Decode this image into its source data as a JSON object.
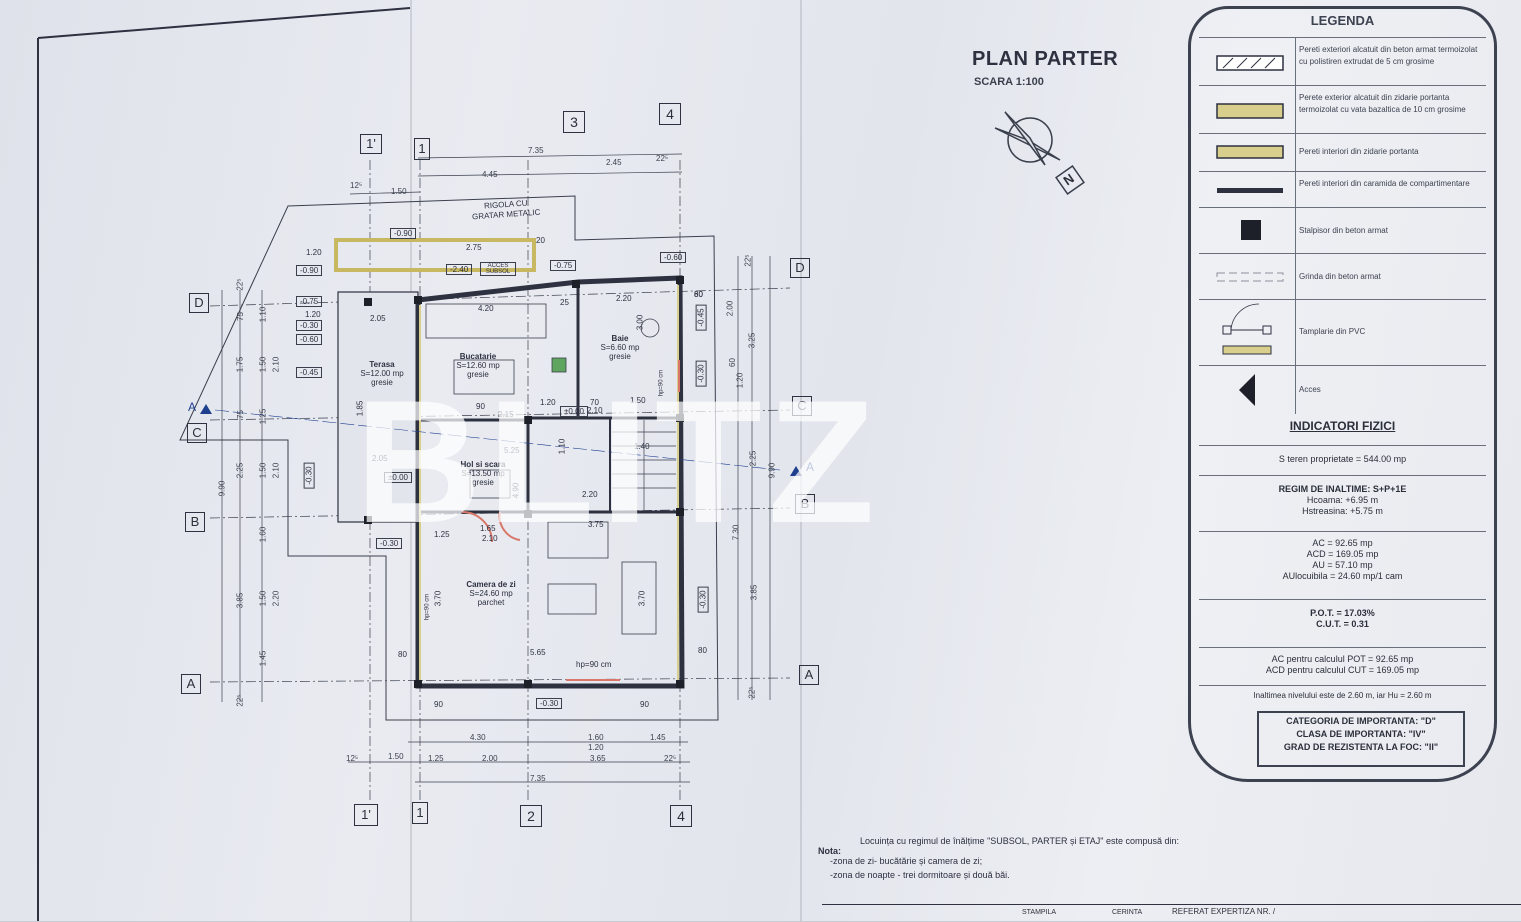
{
  "plan": {
    "title": "PLAN PARTER",
    "scale": "SCARA 1:100",
    "north_label": "N",
    "axes": {
      "top": [
        "1'",
        "1",
        "3",
        "4"
      ],
      "bottom": [
        "1'",
        "1",
        "2",
        "4"
      ],
      "left": [
        "D",
        "C",
        "B",
        "A"
      ],
      "right": [
        "D",
        "C",
        "B",
        "A"
      ]
    },
    "dims_top": [
      "7.35",
      "4.45",
      "2.45",
      "22⁵",
      "12⁵",
      "1.50"
    ],
    "dims_bottom": [
      "4.30",
      "1.60",
      "1.20",
      "1.45",
      "12⁵",
      "1.50",
      "1.25",
      "2.00",
      "3.65",
      "22⁵",
      "7.35"
    ],
    "dims_left": [
      "22⁵",
      "75",
      "1.10",
      "1.75",
      "1.50",
      "2.10",
      "75",
      "1.25",
      "2.25",
      "1.50",
      "2.10",
      "9.90",
      "1.60",
      "3.85",
      "1.50",
      "2.20",
      "1.45",
      "22⁵"
    ],
    "dims_right": [
      "22⁵",
      "2.00",
      "3.25",
      "60",
      "1.20",
      "2.25",
      "9.90",
      "7.30",
      "3.85",
      "22⁵"
    ],
    "level_labels": [
      "-0.90",
      "-0.90",
      "-0.75",
      "-0.60",
      "-0.45",
      "-0.30",
      "-0.30",
      "-0.30",
      "-0.75",
      "-0.60",
      "-0.45",
      "-0.30",
      "-0.30",
      "-0.30",
      "-2.40",
      "±0.00",
      "±0.00"
    ],
    "section_mark": "A",
    "notes_inner": [
      "RIGOLA CU",
      "GRATAR METALIC",
      "ACCES SUBSOL",
      "1.20",
      "2.75",
      "20",
      "1.20",
      "25",
      "2.05",
      "4.20",
      "2.20",
      "60",
      "1.20",
      "90",
      "2.15",
      "70",
      "2.10",
      "1.50",
      "1.40",
      "5.25",
      "2.05",
      "1.10",
      "2.20",
      "1.65",
      "2.10",
      "3.75",
      "3.70",
      "3.70",
      "5.65",
      "80",
      "80",
      "80",
      "hp=90 cm",
      "hp=90 cm",
      "hp=90 cm",
      "1.25",
      "4.90",
      "90",
      "90",
      "1.85",
      "3.00"
    ],
    "rooms": [
      {
        "name": "Terasa",
        "area": "S=12.00 mp",
        "finish": "gresie"
      },
      {
        "name": "Bucatarie",
        "area": "S=12.60 mp",
        "finish": "gresie"
      },
      {
        "name": "Baie",
        "area": "S=6.60 mp",
        "finish": "gresie"
      },
      {
        "name": "Hol si scara",
        "area": "S=13.50 mp",
        "finish": "gresie"
      },
      {
        "name": "Camera de zi",
        "area": "S=24.60 mp",
        "finish": "parchet"
      }
    ]
  },
  "legend": {
    "title": "LEGENDA",
    "items": [
      "Pereti exteriori alcatuit din beton armat termoizolat cu polistiren extrudat de 5 cm grosime",
      "Perete exterior alcatuit din zidarie portanta termoizolat cu vata bazaltica de 10 cm grosime",
      "Pereti interiori din zidarie portanta",
      "Pereti interiori din caramida de compartimentare",
      "Stalpisor din beton armat",
      "Grinda din beton armat",
      "Tamplarie din PVC",
      "Acces"
    ],
    "indicators_title": "INDICATORI FIZICI",
    "indicators": [
      [
        "S teren proprietate = 544.00 mp"
      ],
      [
        "REGIM DE INALTIME: S+P+1E",
        "Hcoama: +6.95 m",
        "Hstreasina: +5.75 m"
      ],
      [
        "AC = 92.65 mp",
        "ACD = 169.05 mp",
        "AU = 57.10 mp",
        "AUlocuibila = 24.60 mp/1 cam"
      ],
      [
        "P.O.T. = 17.03%",
        "C.U.T. = 0.31"
      ],
      [
        "AC pentru calculul POT = 92.65 mp",
        "ACD pentru calculul CUT = 169.05 mp"
      ],
      [
        "Inaltimea nivelului este de 2.60 m, iar Hu = 2.60 m"
      ]
    ],
    "category": [
      "CATEGORIA DE IMPORTANTA: \"D\"",
      "CLASA DE IMPORTANTA: \"IV\"",
      "GRAD DE REZISTENTA LA FOC: \"II\""
    ]
  },
  "note": {
    "label": "Nota:",
    "lines": [
      "Locuința cu regimul de înălțime \"SUBSOL, PARTER și ETAJ\" este compusă din:",
      "-zona de zi-  bucătărie și camera de zi;",
      "-zona de noapte - trei dormitoare și două băi."
    ],
    "footer": [
      "STAMPILA",
      "CERINTA",
      "REFERAT  EXPERTIZA NR. /"
    ]
  },
  "watermark": "BLITZ",
  "colors": {
    "line": "#2d3140",
    "insulation": "#d9cf8c",
    "accent_blue": "#1f3f8f",
    "door_red": "#d8776a",
    "paper": "#e6e8ee"
  }
}
